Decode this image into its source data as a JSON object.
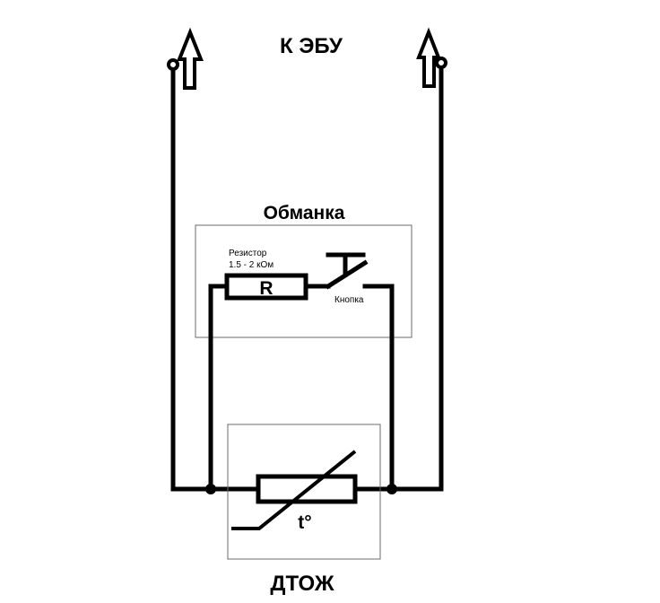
{
  "labels": {
    "ecu": "К ЭБУ",
    "bypass_title": "Обманка",
    "resistor_note_line1": "Резистор",
    "resistor_note_line2": "1.5 - 2 кОм",
    "resistor_symbol": "R",
    "button_label": "Кнопка",
    "sensor_temp_symbol": "t°",
    "sensor_title": "ДТОЖ"
  }
}
